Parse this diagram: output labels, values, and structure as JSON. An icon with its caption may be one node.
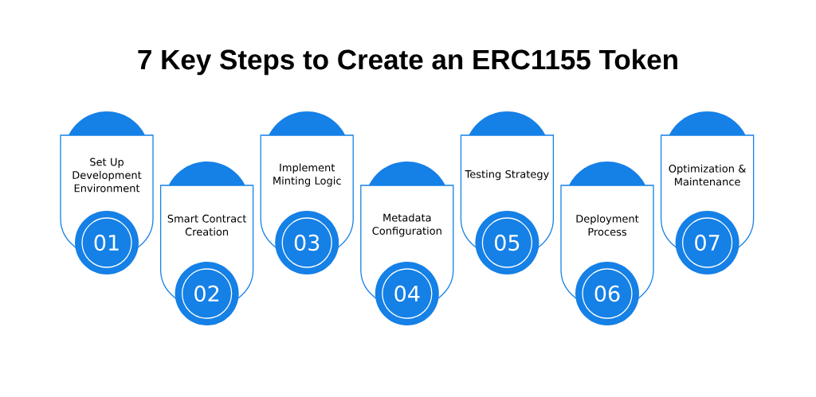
{
  "diagram": {
    "title": "7 Key Steps to Create an ERC1155 Token",
    "nodes": [
      {
        "text": [
          "Set Up Development Environment",
          "01"
        ]
      },
      {
        "text": [
          "Smart Contract Creation",
          "02"
        ]
      },
      {
        "text": [
          "Implement Minting Logic",
          "03"
        ]
      },
      {
        "text": [
          "Metadata Configuration",
          "04"
        ]
      },
      {
        "text": [
          "Testing Strategy",
          "05"
        ]
      },
      {
        "text": [
          "Deployment Process",
          "06"
        ]
      },
      {
        "text": [
          "Optimization & Maintenance",
          "07"
        ]
      }
    ]
  }
}
